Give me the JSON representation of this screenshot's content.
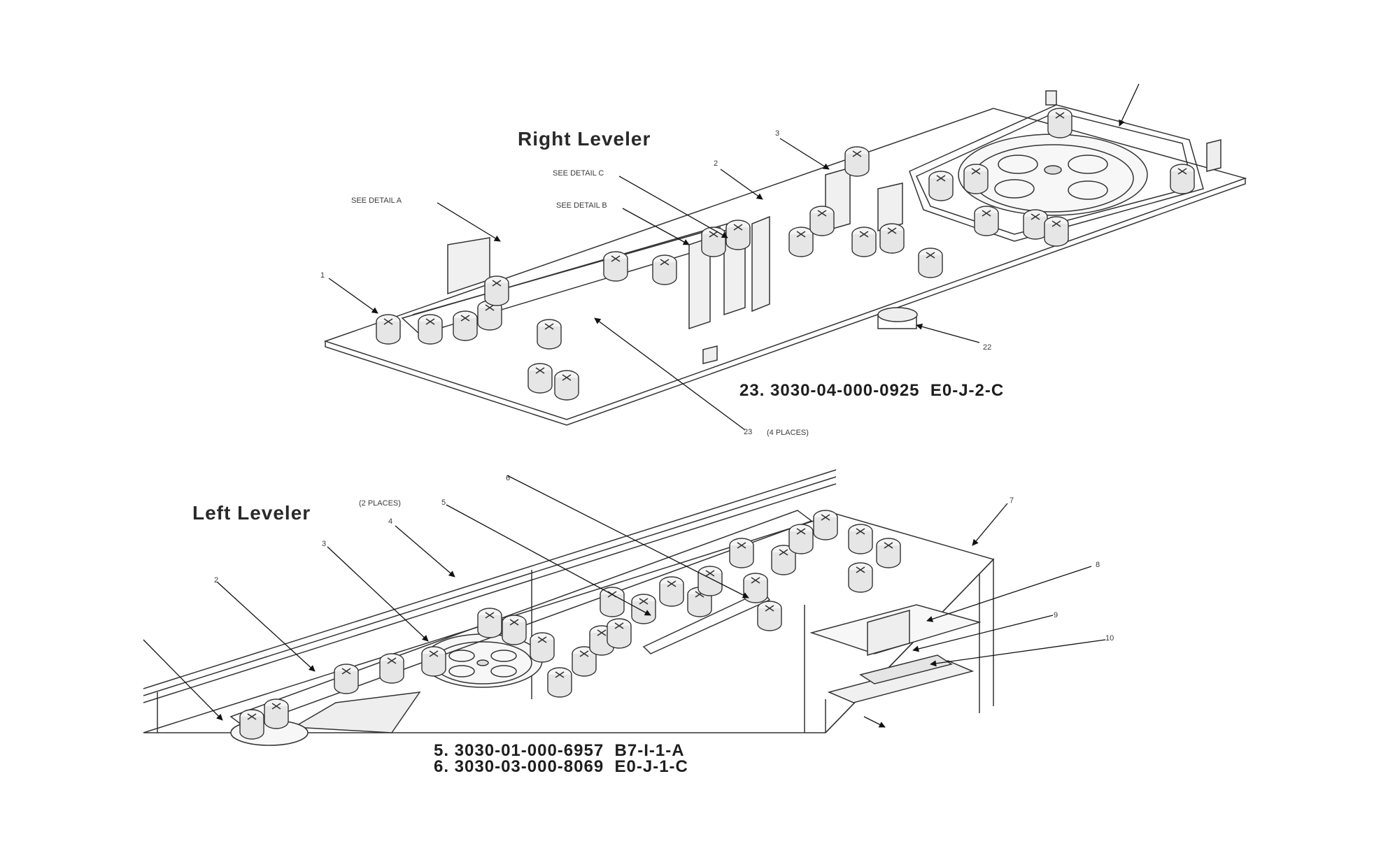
{
  "right_leveler": {
    "title": "Right Leveler",
    "callouts": {
      "see_detail_a": "SEE DETAIL A",
      "see_detail_b": "SEE DETAIL B",
      "see_detail_c": "SEE DETAIL C",
      "item_1": "1",
      "item_2": "2",
      "item_3": "3",
      "item_22": "22",
      "item_23": "23",
      "item_23_places": "(4 PLACES)"
    },
    "parts": [
      {
        "text": "23. 3030-04-000-0925  E0-J-2-C"
      }
    ]
  },
  "left_leveler": {
    "title": "Left Leveler",
    "callouts": {
      "places_2": "(2 PLACES)",
      "item_2": "2",
      "item_3": "3",
      "item_4": "4",
      "item_5": "5",
      "item_6": "6",
      "item_7": "7",
      "item_8": "8",
      "item_9": "9",
      "item_10": "10"
    },
    "parts": [
      {
        "text": "5. 3030-01-000-6957  B7-I-1-A"
      },
      {
        "text": "6. 3030-03-000-8069  E0-J-1-C"
      }
    ]
  }
}
